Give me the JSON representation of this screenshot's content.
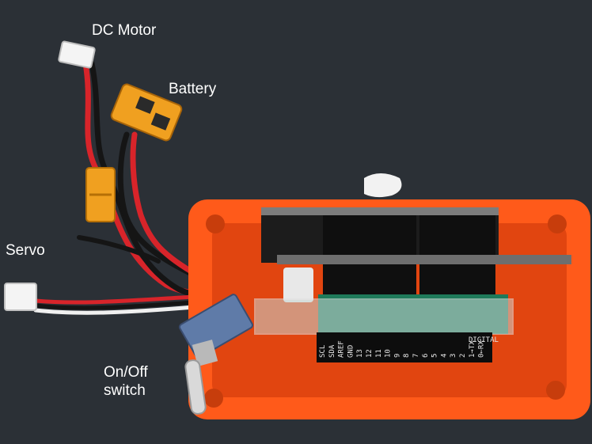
{
  "labels": {
    "dc_motor": "DC Motor",
    "battery": "Battery",
    "servo": "Servo",
    "switch_line1": "On/Off",
    "switch_line2": "switch"
  },
  "board_silkscreen": {
    "header_pins": [
      "SCL",
      "SDA",
      "AREF",
      "GND",
      "13",
      "12",
      "11",
      "10",
      "9",
      "8",
      "7",
      "6",
      "5",
      "4",
      "3",
      "2",
      "1→TX",
      "0←RX"
    ],
    "digital": "DIGITAL"
  },
  "colors": {
    "background": "#2b3036",
    "enclosure": "#ff5a1a",
    "wire_red": "#d8242a",
    "wire_black": "#151515",
    "connector_yellow": "#f0a020",
    "pcb_green": "#1f7a5a"
  }
}
